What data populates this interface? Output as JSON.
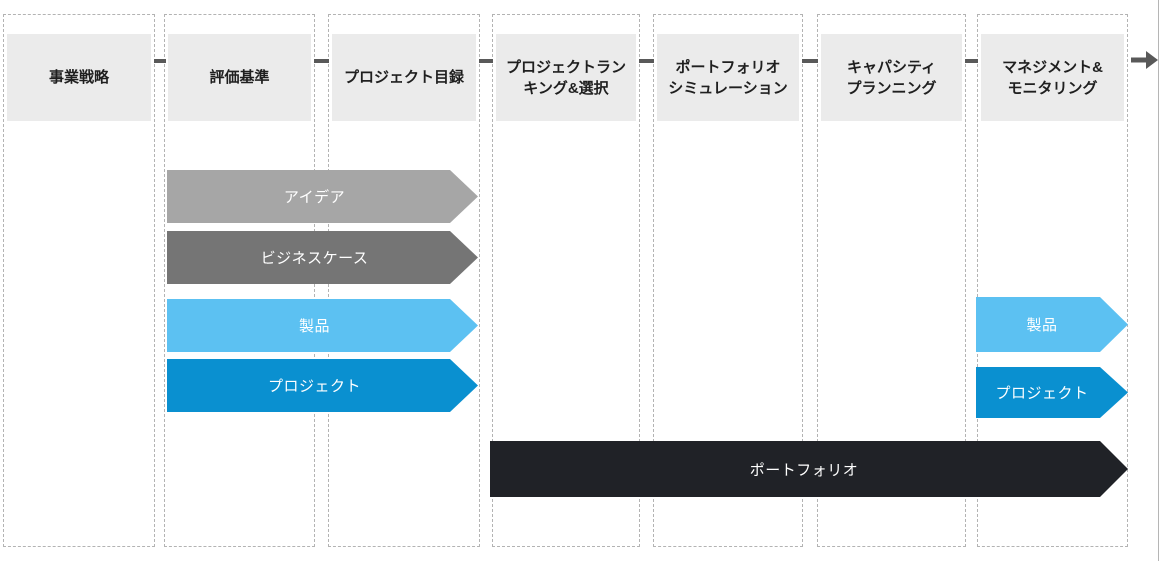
{
  "colors": {
    "header_bg": "#ebebeb",
    "column_border": "#b3b3b3",
    "connector": "#595959",
    "flow_arrow": "#595959",
    "idea": "#a6a6a6",
    "business_case": "#757575",
    "product": "#5cc1f2",
    "project": "#0a90d0",
    "portfolio": "#202227",
    "arrow_text": "#ffffff",
    "header_text": "#1f1f1f"
  },
  "stages": [
    {
      "label": "事業戦略"
    },
    {
      "label": "評価基準"
    },
    {
      "label": "プロジェクト目録"
    },
    {
      "label": "プロジェクトラン\nキング&選択"
    },
    {
      "label": "ポートフォリオ\nシミュレーション"
    },
    {
      "label": "キャパシティ\nプランニング"
    },
    {
      "label": "マネジメント&\nモニタリング"
    }
  ],
  "arrows": {
    "idea": {
      "label": "アイデア",
      "color": "#a6a6a6"
    },
    "business_case": {
      "label": "ビジネスケース",
      "color": "#757575"
    },
    "product_left": {
      "label": "製品",
      "color": "#5cc1f2"
    },
    "project_left": {
      "label": "プロジェクト",
      "color": "#0a90d0"
    },
    "portfolio": {
      "label": "ポートフォリオ",
      "color": "#202227"
    },
    "product_right": {
      "label": "製品",
      "color": "#5cc1f2"
    },
    "project_right": {
      "label": "プロジェクト",
      "color": "#0a90d0"
    }
  }
}
